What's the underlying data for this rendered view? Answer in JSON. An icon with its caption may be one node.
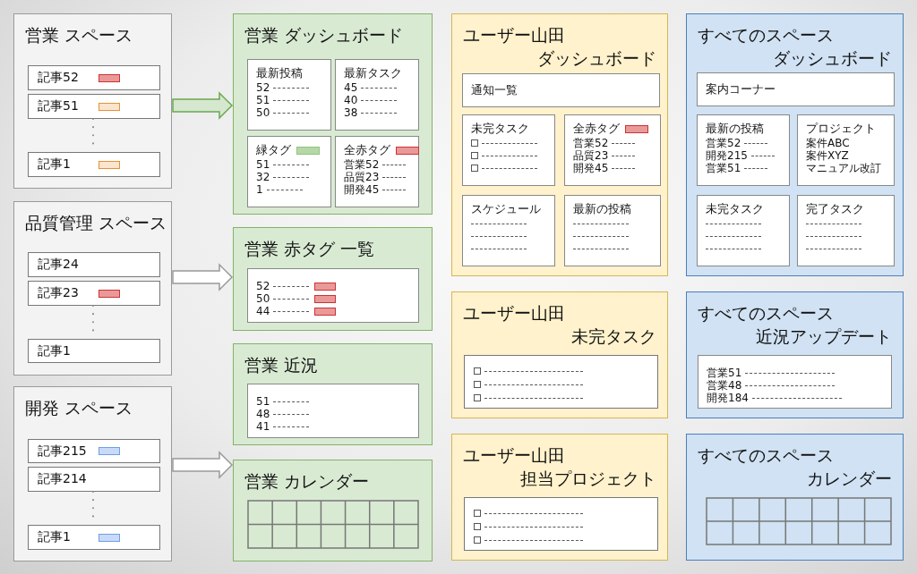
{
  "diagram": {
    "nodes": [
      {
        "text": [
          "営業 スペース"
        ]
      },
      {
        "text": [
          "記事52"
        ],
        "in": 0
      },
      {
        "text": [
          "記事51"
        ],
        "in": 0
      },
      {
        "text": [
          "記事1"
        ],
        "in": 0
      },
      {
        "text": [
          "品質管理 スペース"
        ]
      },
      {
        "text": [
          "記事24"
        ],
        "in": 4
      },
      {
        "text": [
          "記事23"
        ],
        "in": 4
      },
      {
        "text": [
          "記事1"
        ],
        "in": 4
      },
      {
        "text": [
          "開発 スペース"
        ]
      },
      {
        "text": [
          "記事215"
        ],
        "in": 8
      },
      {
        "text": [
          "記事214"
        ],
        "in": 8
      },
      {
        "text": [
          "記事1"
        ],
        "in": 8
      },
      {
        "text": [
          "営業 ダッシュボード"
        ]
      },
      {
        "text": [
          "最新投稿",
          "52",
          "51",
          "50"
        ],
        "in": 12
      },
      {
        "text": [
          "最新タスク",
          "45",
          "40",
          "38"
        ],
        "in": 12
      },
      {
        "text": [
          "緑タグ",
          "51",
          "32",
          "1"
        ],
        "in": 12
      },
      {
        "text": [
          "全赤タグ",
          "営業52",
          "品質23",
          "開発45"
        ],
        "in": 12
      },
      {
        "text": [
          "営業 赤タグ 一覧"
        ]
      },
      {
        "text": [
          "52",
          "50",
          "44"
        ],
        "in": 17
      },
      {
        "text": [
          "営業 近況"
        ]
      },
      {
        "text": [
          "51",
          "48",
          "41"
        ],
        "in": 19
      },
      {
        "text": [
          "営業 カレンダー"
        ]
      },
      {
        "text": [
          "ユーザー山田ダッシュボード"
        ]
      },
      {
        "text": [
          "通知一覧"
        ],
        "in": 22
      },
      {
        "text": [
          "未完タスク"
        ],
        "in": 22
      },
      {
        "text": [
          "全赤タグ",
          "営業52",
          "品質23",
          "開発45"
        ],
        "in": 22
      },
      {
        "text": [
          "スケジュール"
        ],
        "in": 22
      },
      {
        "text": [
          "最新の投稿"
        ],
        "in": 22
      },
      {
        "text": [
          "ユーザー山田未完タスク"
        ]
      },
      {
        "text": [],
        "shape": "box",
        "in": 28
      },
      {
        "text": [
          "ユーザー山田担当プロジェクト"
        ]
      },
      {
        "text": [],
        "shape": "box",
        "in": 30
      },
      {
        "text": [
          "すべてのスペースダッシュボード"
        ]
      },
      {
        "text": [
          "案内コーナー"
        ],
        "in": 32
      },
      {
        "text": [
          "最新の投稿",
          "営業52",
          "開発215",
          "営業51"
        ],
        "in": 32
      },
      {
        "text": [
          "プロジェクト",
          "案件ABC",
          "案件XYZ",
          "マニュアル改訂"
        ],
        "in": 32
      },
      {
        "text": [
          "未完タスク"
        ],
        "in": 32
      },
      {
        "text": [
          "完了タスク"
        ],
        "in": 32
      },
      {
        "text": [
          "すべてのスペース近況アップデート"
        ]
      },
      {
        "text": [
          "営業51",
          "営業48",
          "開発184"
        ],
        "in": 38
      },
      {
        "text": [
          "すべてのスペースカレンダー"
        ]
      }
    ],
    "edges": [
      {
        "from": 0,
        "to": 12,
        "arrow": "to",
        "color": "#6aa84f"
      },
      {
        "from": 4,
        "to": 17,
        "arrow": "to"
      },
      {
        "from": 8,
        "to": 21,
        "arrow": "to"
      },
      {
        "from": 2,
        "to": 3,
        "arrow": "none",
        "style": "dashed"
      },
      {
        "from": 6,
        "to": 7,
        "arrow": "none",
        "style": "dashed"
      },
      {
        "from": 10,
        "to": 11,
        "arrow": "none",
        "style": "dashed"
      }
    ]
  }
}
